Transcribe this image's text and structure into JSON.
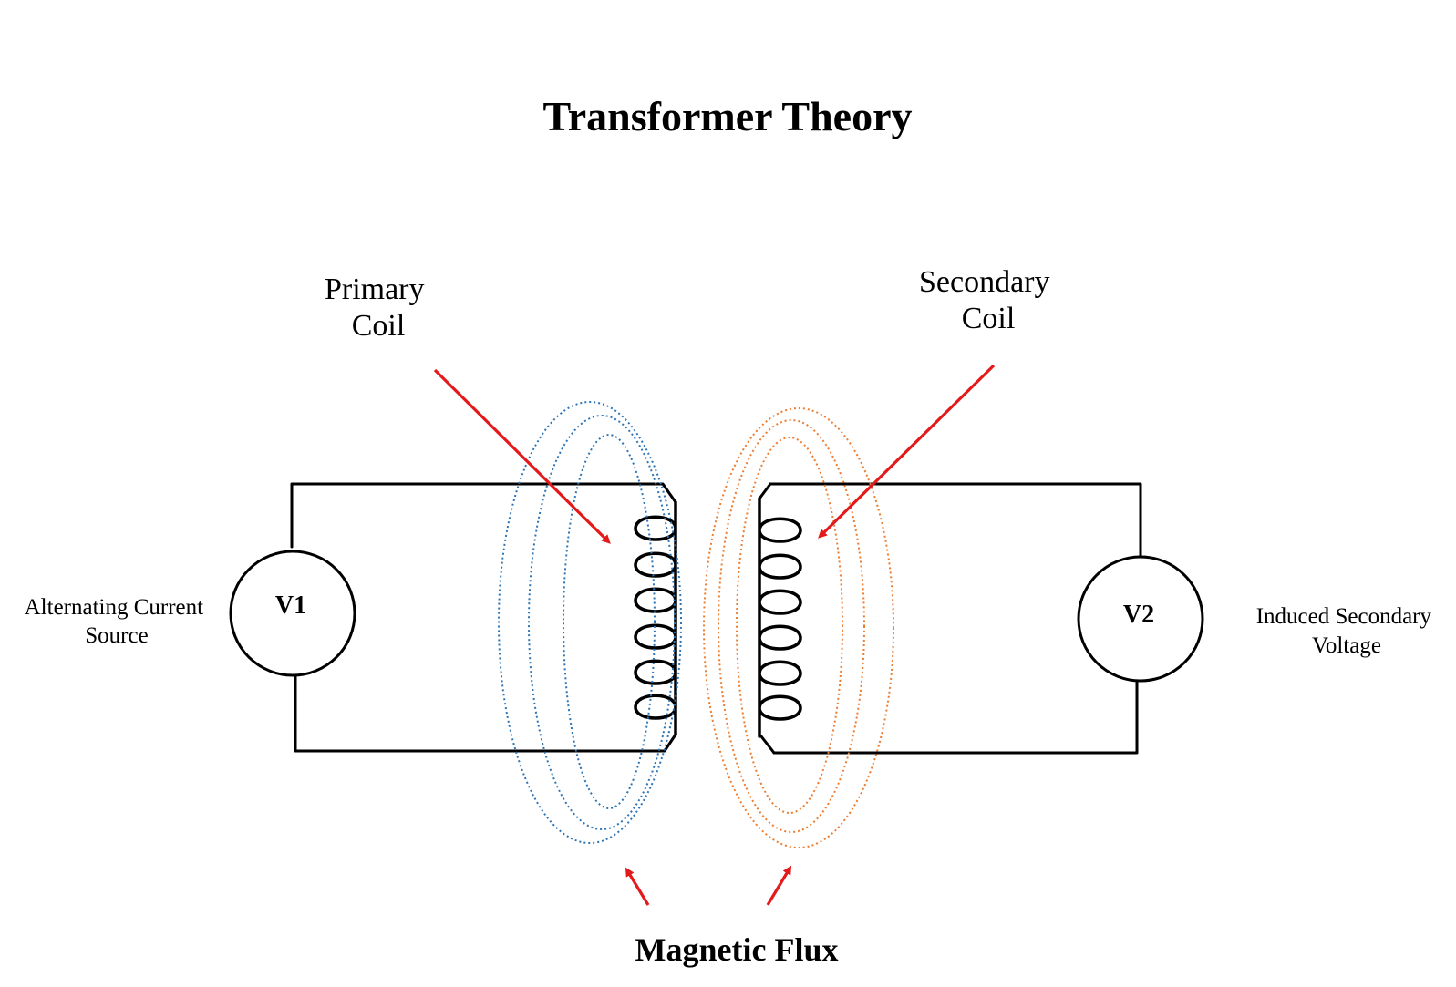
{
  "title": "Transformer Theory",
  "labels": {
    "primary_line1": "Primary",
    "primary_line2": "Coil",
    "secondary_line1": "Secondary",
    "secondary_line2": "Coil",
    "source_line1": "Alternating Current",
    "source_line2": "Source",
    "induced_line1": "Induced Secondary",
    "induced_line2": "Voltage",
    "flux": "Magnetic Flux"
  },
  "meters": {
    "v1": "V1",
    "v2": "V2"
  },
  "colors": {
    "wire": "#000000",
    "arrow": "#e31a1c",
    "primary_flux": "#2e75b6",
    "secondary_flux": "#ed7d31"
  }
}
